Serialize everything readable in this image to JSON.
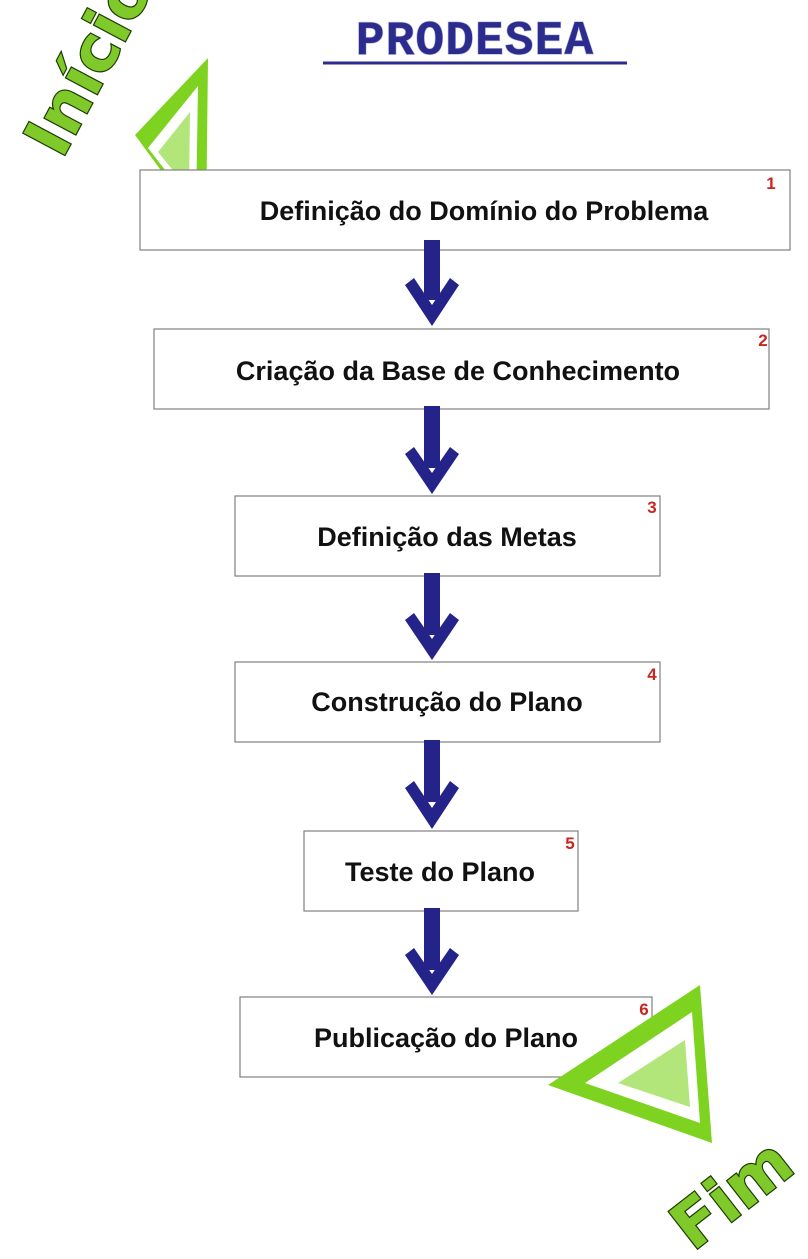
{
  "title": "PRODESEA",
  "start_label": "Início",
  "end_label": "Fim",
  "steps": [
    {
      "number": "1",
      "label": "Definição do Domínio do Problema"
    },
    {
      "number": "2",
      "label": "Criação da Base de Conhecimento"
    },
    {
      "number": "3",
      "label": "Definição das Metas"
    },
    {
      "number": "4",
      "label": "Construção do Plano"
    },
    {
      "number": "5",
      "label": "Teste do Plano"
    },
    {
      "number": "6",
      "label": "Publicação do Plano"
    }
  ],
  "colors": {
    "title": "#2c2c8e",
    "arrow": "#23238a",
    "step_number": "#c8261e",
    "marker_green": "#7ed321",
    "box_border": "#808080"
  }
}
